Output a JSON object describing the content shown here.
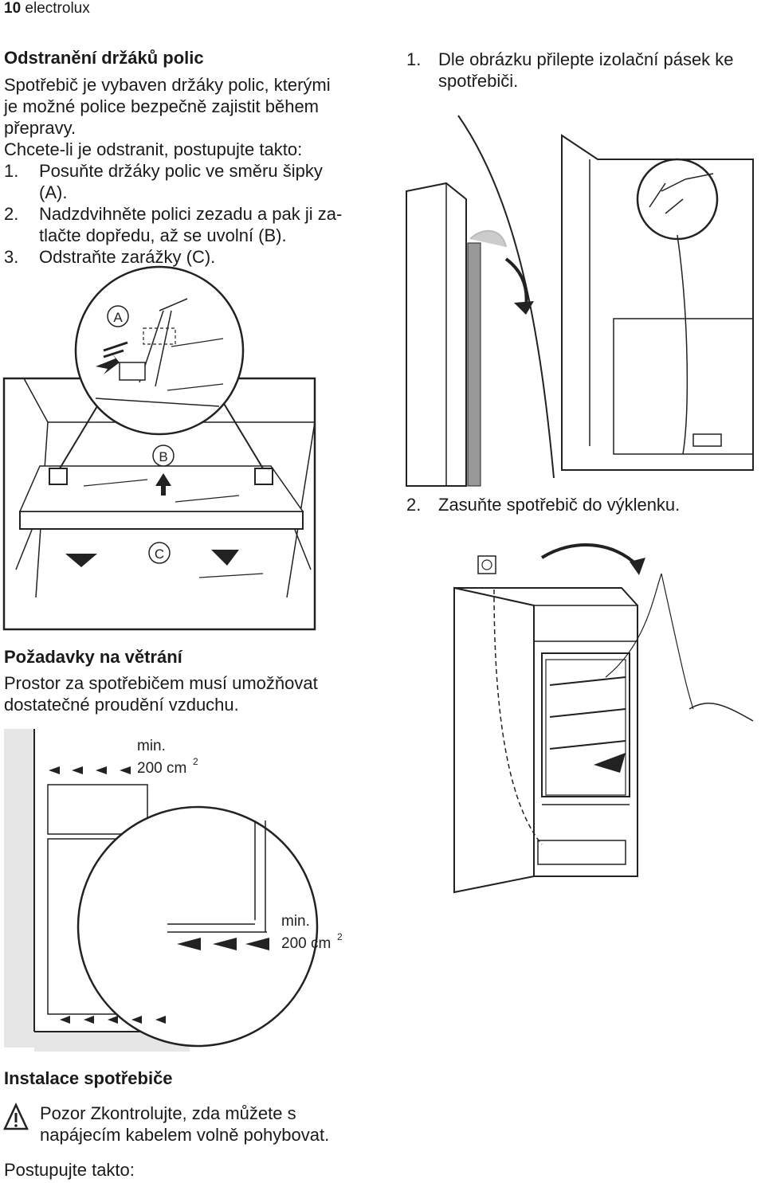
{
  "header": {
    "page_number": "10",
    "brand": "electrolux"
  },
  "remove_holders": {
    "title": "Odstranění držáků polic",
    "intro": [
      "Spotřebič je vybaven držáky polic, kterými",
      "je možné police bezpečně zajistit během",
      "přepravy.",
      "Chcete-li je odstranit, postupujte takto:"
    ],
    "steps": [
      {
        "num": "1.",
        "lines": [
          "Posuňte držáky polic ve směru šipky",
          "(A)."
        ]
      },
      {
        "num": "2.",
        "lines": [
          "Nadzdvihněte polici zezadu a pak ji za-",
          "tlačte dopředu, až se uvolní (B)."
        ]
      },
      {
        "num": "3.",
        "lines": [
          "Odstraňte zarážky (C)."
        ]
      }
    ],
    "figure_labels": {
      "a": "A",
      "b": "B",
      "c": "C"
    }
  },
  "ventilation": {
    "title": "Požadavky na větrání",
    "lines": [
      "Prostor za spotřebičem musí umožňovat",
      "dostatečné proudění vzduchu."
    ],
    "top_label_min": "min.",
    "top_label_area": "200 cm",
    "bottom_label_min": "min.",
    "bottom_label_area": "200 cm",
    "superscript": "2"
  },
  "install": {
    "title": "Instalace spotřebiče",
    "warning_bold": "Pozor",
    "warning_line1": "Zkontrolujte, zda můžete s",
    "warning_line2": "napájecím kabelem volně pohybovat.",
    "procedure": "Postupujte takto:"
  },
  "right_column": {
    "step1_num": "1.",
    "step1_lines": [
      "Dle obrázku přilepte izolační pásek ke",
      "spotřebiči."
    ],
    "step2_num": "2.",
    "step2_text": "Zasuňte spotřebič do výklenku."
  },
  "icons": [
    "warning-icon",
    "power-socket-icon"
  ]
}
